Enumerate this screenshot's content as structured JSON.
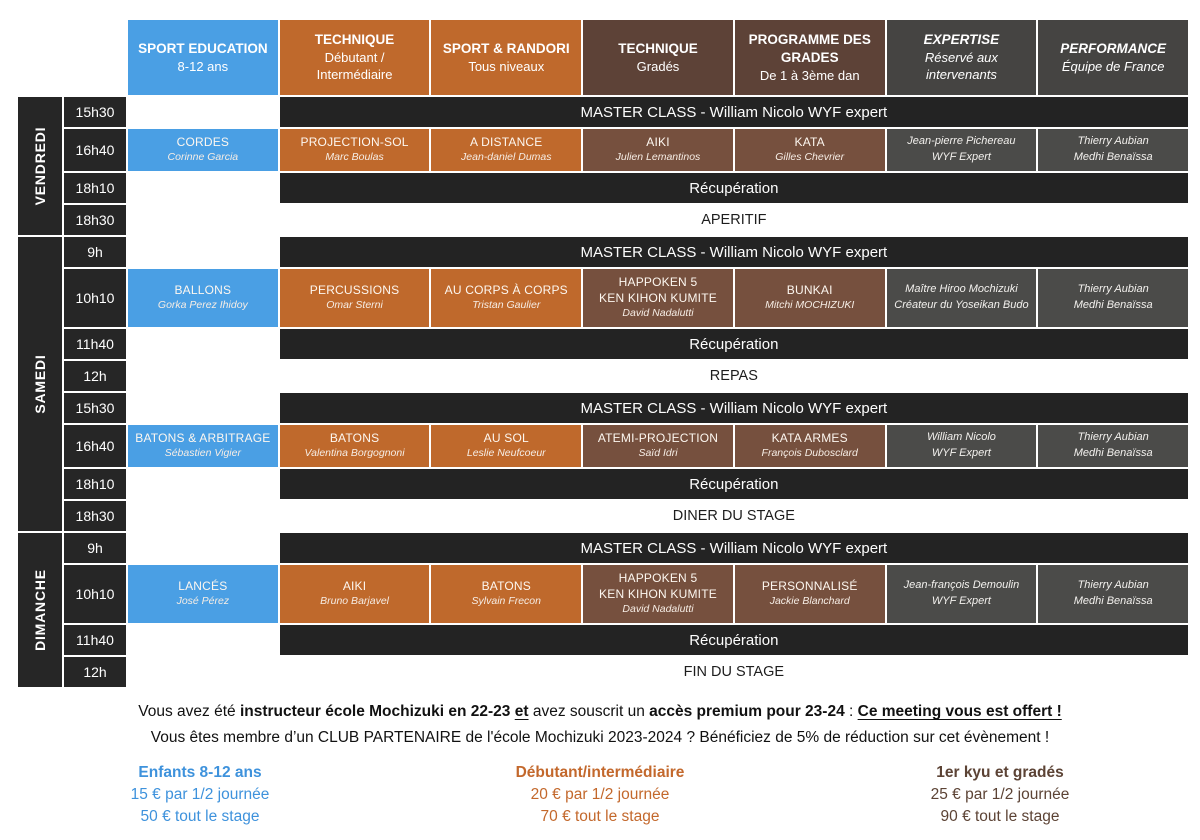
{
  "colors": {
    "blue": "#4A9FE4",
    "orange": "#BF692C",
    "brown_dark": "#5D4237",
    "brown": "#76503E",
    "gray": "#4B4B49",
    "gray_dark": "#454442",
    "dark": "#242424",
    "pricing_blue": "#3E92DC",
    "pricing_orange": "#C3682C",
    "pricing_brown": "#5C4335"
  },
  "header": {
    "columns": [
      {
        "title": "SPORT EDUCATION",
        "subtitle": "8-12 ans",
        "style": "blue",
        "italic": false
      },
      {
        "title": "TECHNIQUE",
        "subtitle": "Débutant / Intermédiaire",
        "style": "orange",
        "italic": false
      },
      {
        "title": "SPORT & RANDORI",
        "subtitle": "Tous niveaux",
        "style": "orange",
        "italic": false
      },
      {
        "title": "TECHNIQUE",
        "subtitle": "Gradés",
        "style": "brown_dark",
        "italic": false
      },
      {
        "title": "PROGRAMME DES GRADES",
        "subtitle": "De 1 à 3ème dan",
        "style": "brown_dark",
        "italic": false
      },
      {
        "title": "EXPERTISE",
        "subtitle": "Réservé aux intervenants",
        "style": "gray_dark",
        "italic": true
      },
      {
        "title": "PERFORMANCE",
        "subtitle": "Équipe de France",
        "style": "gray_dark",
        "italic": true
      }
    ]
  },
  "days": [
    {
      "name": "VENDREDI",
      "rows": [
        {
          "time": "15h30",
          "type": "bar",
          "text": "MASTER CLASS - William Nicolo WYF expert"
        },
        {
          "time": "16h40",
          "type": "cells",
          "cells": [
            {
              "style": "blue",
              "title": "CORDES",
              "name": "Corinne Garcia"
            },
            {
              "style": "orange",
              "title": "PROJECTION-SOL",
              "name": "Marc Boulas"
            },
            {
              "style": "orange",
              "title": "A DISTANCE",
              "name": "Jean-daniel Dumas"
            },
            {
              "style": "brown",
              "title": "AIKI",
              "name": "Julien Lemantinos"
            },
            {
              "style": "brown",
              "title": "KATA",
              "name": "Gilles Chevrier"
            },
            {
              "style": "gray",
              "lines": [
                "Jean-pierre Pichereau",
                "WYF Expert"
              ]
            },
            {
              "style": "gray",
              "lines": [
                "Thierry Aubian",
                "Medhi Benaïssa"
              ]
            }
          ]
        },
        {
          "time": "18h10",
          "type": "bar",
          "text": "Récupération"
        },
        {
          "time": "18h30",
          "type": "plain",
          "text": "APERITIF"
        }
      ]
    },
    {
      "name": "SAMEDI",
      "rows": [
        {
          "time": "9h",
          "type": "bar",
          "text": "MASTER CLASS - William Nicolo WYF expert"
        },
        {
          "time": "10h10",
          "type": "cells",
          "cells": [
            {
              "style": "blue",
              "title": "BALLONS",
              "name": "Gorka Perez Ihidoy"
            },
            {
              "style": "orange",
              "title": "PERCUSSIONS",
              "name": "Omar Sterni"
            },
            {
              "style": "orange",
              "title": "AU CORPS À CORPS",
              "name": "Tristan Gaulier"
            },
            {
              "style": "brown",
              "title": "HAPPOKEN 5",
              "title2": "KEN KIHON KUMITE",
              "name": "David Nadalutti"
            },
            {
              "style": "brown",
              "title": "BUNKAI",
              "name": "Mitchi MOCHIZUKI"
            },
            {
              "style": "gray",
              "lines": [
                "Maître Hiroo Mochizuki",
                "Créateur du Yoseikan Budo"
              ]
            },
            {
              "style": "gray",
              "lines": [
                "Thierry Aubian",
                "Medhi Benaïssa"
              ]
            }
          ]
        },
        {
          "time": "11h40",
          "type": "bar",
          "text": "Récupération"
        },
        {
          "time": "12h",
          "type": "plain",
          "text": "REPAS"
        },
        {
          "time": "15h30",
          "type": "bar",
          "text": "MASTER CLASS - William Nicolo WYF expert"
        },
        {
          "time": "16h40",
          "type": "cells",
          "cells": [
            {
              "style": "blue",
              "title": "BATONS & ARBITRAGE",
              "name": "Sébastien Vigier"
            },
            {
              "style": "orange",
              "title": "BATONS",
              "name": "Valentina Borgognoni"
            },
            {
              "style": "orange",
              "title": "AU SOL",
              "name": "Leslie Neufcoeur"
            },
            {
              "style": "brown",
              "title": "ATEMI-PROJECTION",
              "name": "Saïd Idri"
            },
            {
              "style": "brown",
              "title": "KATA ARMES",
              "name": "François Dubosclard"
            },
            {
              "style": "gray",
              "lines": [
                "William Nicolo",
                "WYF Expert"
              ]
            },
            {
              "style": "gray",
              "lines": [
                "Thierry Aubian",
                "Medhi Benaïssa"
              ]
            }
          ]
        },
        {
          "time": "18h10",
          "type": "bar",
          "text": "Récupération"
        },
        {
          "time": "18h30",
          "type": "plain",
          "text": "DINER DU STAGE"
        }
      ]
    },
    {
      "name": "DIMANCHE",
      "rows": [
        {
          "time": "9h",
          "type": "bar",
          "text": "MASTER CLASS - William Nicolo WYF expert"
        },
        {
          "time": "10h10",
          "type": "cells",
          "cells": [
            {
              "style": "blue",
              "title": "LANCÉS",
              "name": "José Pérez"
            },
            {
              "style": "orange",
              "title": "AIKI",
              "name": "Bruno Barjavel"
            },
            {
              "style": "orange",
              "title": "BATONS",
              "name": "Sylvain Frecon"
            },
            {
              "style": "brown",
              "title": "HAPPOKEN 5",
              "title2": "KEN KIHON KUMITE",
              "name": "David Nadalutti"
            },
            {
              "style": "brown",
              "title": "PERSONNALISÉ",
              "name": "Jackie Blanchard"
            },
            {
              "style": "gray",
              "lines": [
                "Jean-françois Demoulin",
                "WYF Expert"
              ]
            },
            {
              "style": "gray",
              "lines": [
                "Thierry Aubian",
                "Medhi Benaïssa"
              ]
            }
          ]
        },
        {
          "time": "11h40",
          "type": "bar",
          "text": "Récupération"
        },
        {
          "time": "12h",
          "type": "plain",
          "text": "FIN DU STAGE"
        }
      ]
    }
  ],
  "footer": {
    "line1_parts": [
      {
        "text": "Vous avez été "
      },
      {
        "text": "instructeur école Mochizuki en 22-23",
        "bold": true
      },
      {
        "text": " "
      },
      {
        "text": "et",
        "bold": true,
        "underline": true
      },
      {
        "text": " avez souscrit un "
      },
      {
        "text": "accès premium pour 23-24",
        "bold": true
      },
      {
        "text": " : "
      },
      {
        "text": "Ce meeting vous est offert !",
        "bold": true,
        "underline": true
      }
    ],
    "line2": "Vous êtes membre d’un CLUB PARTENAIRE de l'école Mochizuki 2023-2024 ? Bénéficiez de 5% de réduction sur cet évènement !",
    "pricing": [
      {
        "style": "pricing_blue",
        "title": "Enfants 8-12 ans",
        "lines": [
          "15 € par 1/2 journée",
          "50 € tout le stage"
        ]
      },
      {
        "style": "pricing_orange",
        "title": "Débutant/intermédiaire",
        "lines": [
          "20 € par 1/2 journée",
          "70 € tout le stage"
        ]
      },
      {
        "style": "pricing_brown",
        "title": "1er kyu et gradés",
        "lines": [
          "25 € par 1/2 journée",
          "90 € tout le stage"
        ]
      }
    ]
  }
}
